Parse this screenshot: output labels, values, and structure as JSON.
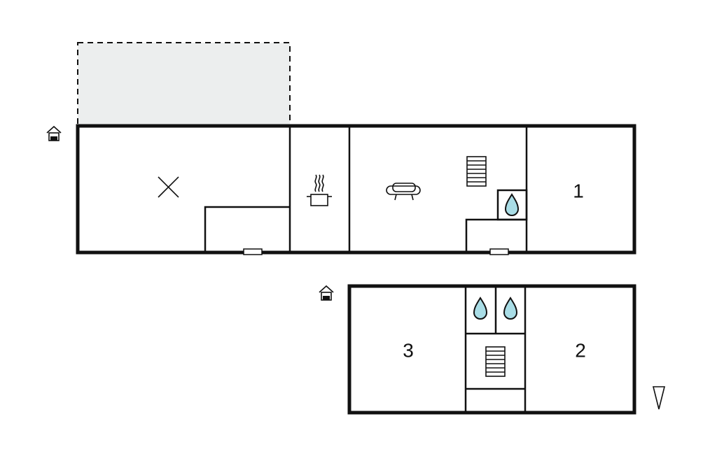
{
  "floors": [
    {
      "name": "ground-floor",
      "rooms": [
        {
          "id": "dining",
          "icon": "dining-table-icon"
        },
        {
          "id": "kitchen",
          "icon": "cooking-pot-icon"
        },
        {
          "id": "living",
          "icon": "sofa-icon"
        },
        {
          "id": "bathroom",
          "icon": "water-drop-icon"
        },
        {
          "id": "stairs",
          "icon": "staircase-icon"
        },
        {
          "id": "bedroom-1",
          "label": "1"
        }
      ],
      "features": [
        "terrace",
        "entrance-icon",
        "window",
        "window"
      ]
    },
    {
      "name": "upper-floor",
      "rooms": [
        {
          "id": "bedroom-3",
          "label": "3"
        },
        {
          "id": "bathroom-a",
          "icon": "water-drop-icon"
        },
        {
          "id": "bathroom-b",
          "icon": "water-drop-icon"
        },
        {
          "id": "stairs",
          "icon": "staircase-icon"
        },
        {
          "id": "bedroom-2",
          "label": "2"
        }
      ],
      "features": [
        "entrance-icon",
        "north-arrow-icon"
      ]
    }
  ],
  "colors": {
    "wall": "#111111",
    "terrace": "#eceeee",
    "water": "#a9dde6"
  }
}
